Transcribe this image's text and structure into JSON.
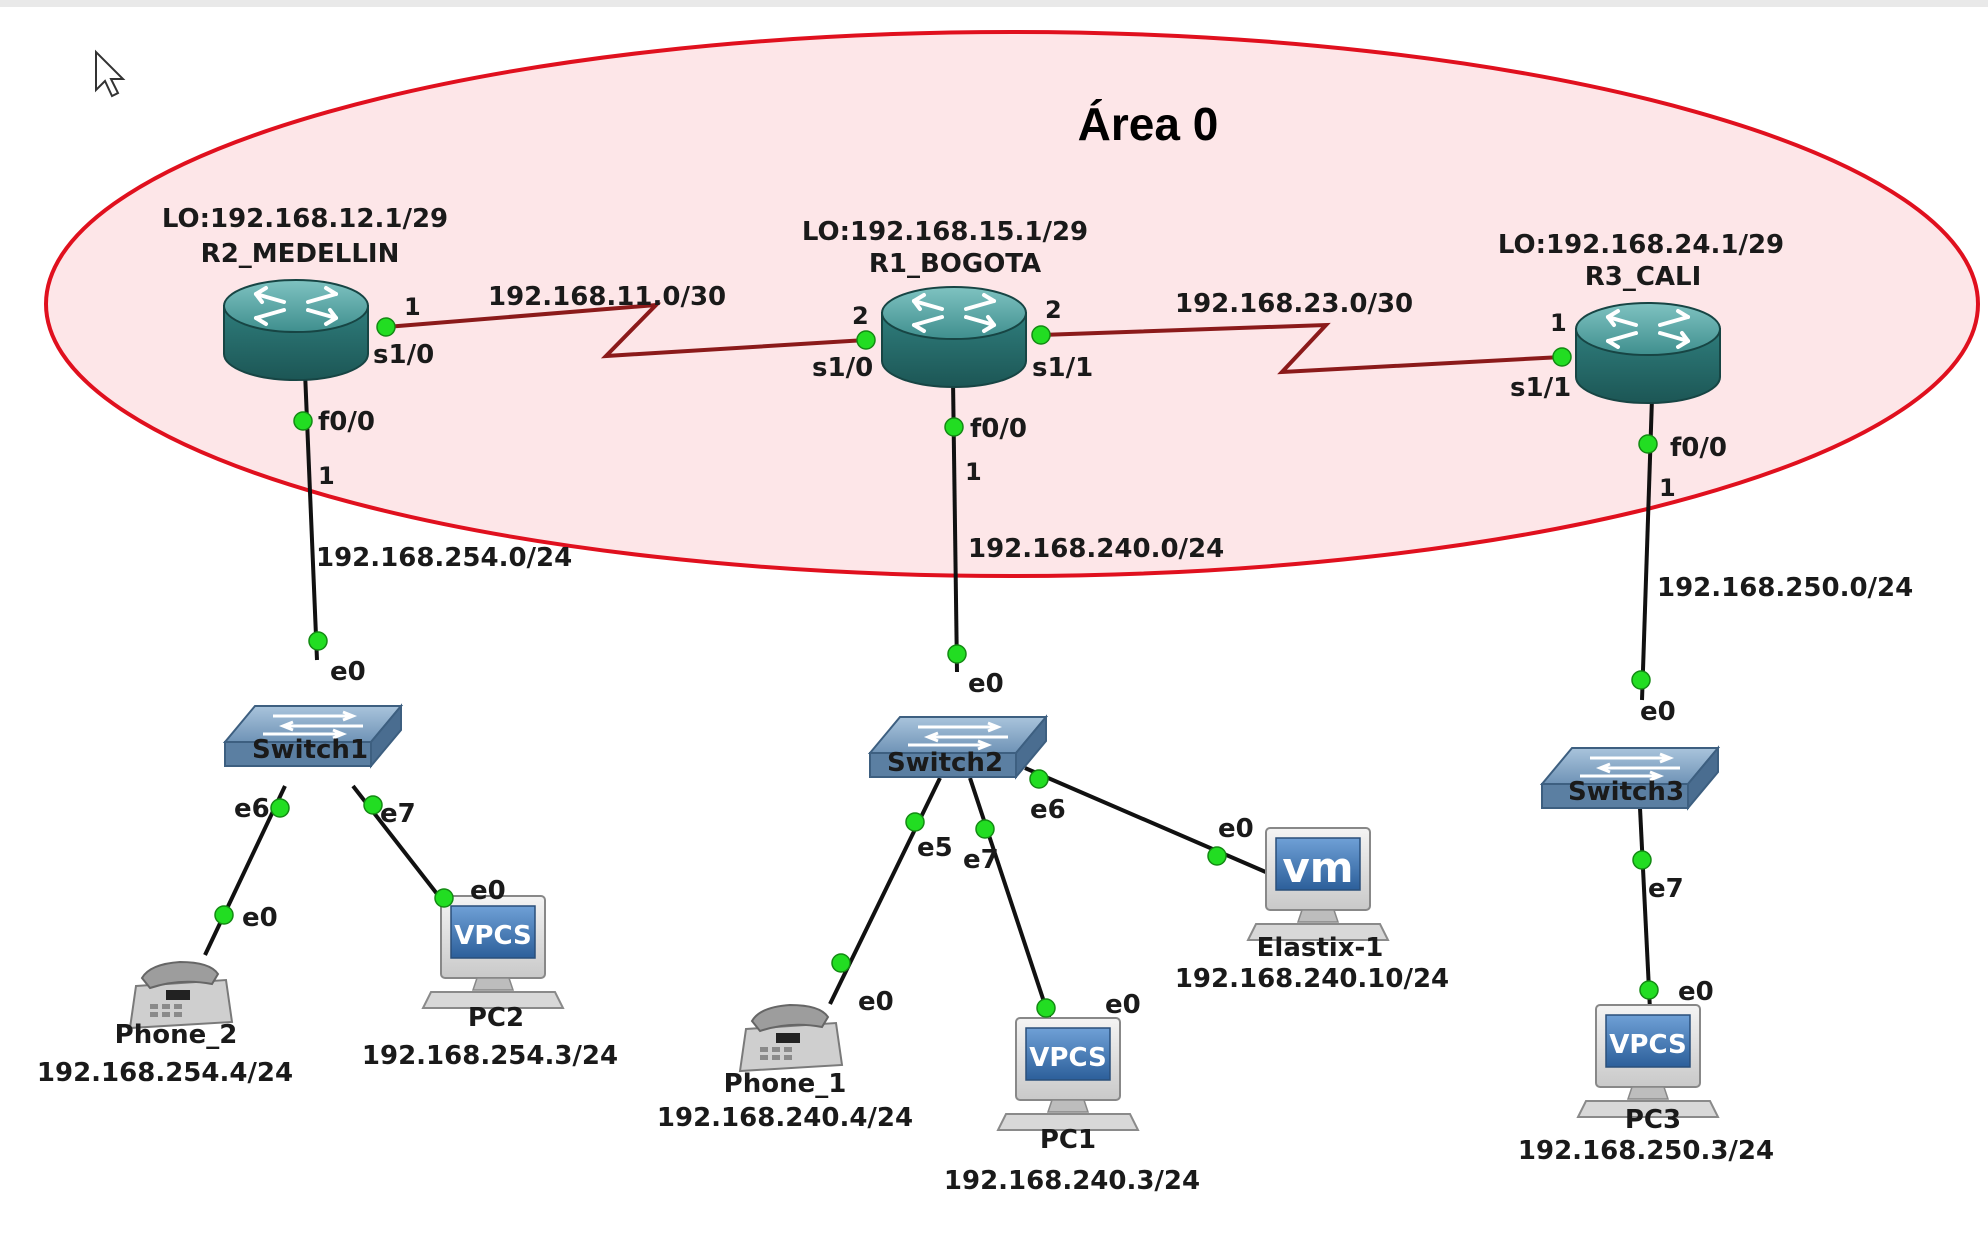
{
  "area": {
    "title": "Área 0"
  },
  "routers": {
    "r2": {
      "name": "R2_MEDELLIN",
      "loopback": "LO:192.168.12.1/29"
    },
    "r1": {
      "name": "R1_BOGOTA",
      "loopback": "LO:192.168.15.1/29"
    },
    "r3": {
      "name": "R3_CALI",
      "loopback": "LO:192.168.24.1/29"
    }
  },
  "switches": {
    "sw1": {
      "name": "Switch1"
    },
    "sw2": {
      "name": "Switch2"
    },
    "sw3": {
      "name": "Switch3"
    }
  },
  "hosts": {
    "phone2": {
      "name": "Phone_2",
      "ip": "192.168.254.4/24"
    },
    "pc2": {
      "name": "PC2",
      "ip": "192.168.254.3/24",
      "badge": "VPCS"
    },
    "phone1": {
      "name": "Phone_1",
      "ip": "192.168.240.4/24"
    },
    "pc1": {
      "name": "PC1",
      "ip": "192.168.240.3/24",
      "badge": "VPCS"
    },
    "elastix": {
      "name": "Elastix-1",
      "ip": "192.168.240.10/24",
      "badge": "vm"
    },
    "pc3": {
      "name": "PC3",
      "ip": "192.168.250.3/24",
      "badge": "VPCS"
    }
  },
  "networks": {
    "r2_r1": "192.168.11.0/30",
    "r1_r3": "192.168.23.0/30",
    "lan_medellin": "192.168.254.0/24",
    "lan_bogota": "192.168.240.0/24",
    "lan_cali": "192.168.250.0/24"
  },
  "ports": {
    "r2_s10": "s1/0",
    "r2_s10_num": "1",
    "r2_f00": "f0/0",
    "r2_f00_num": "1",
    "r1_s10": "s1/0",
    "r1_s10_num": "2",
    "r1_s11": "s1/1",
    "r1_s11_num": "2",
    "r1_f00": "f0/0",
    "r1_f00_num": "1",
    "r3_s11": "s1/1",
    "r3_s11_num": "1",
    "r3_f00": "f0/0",
    "r3_f00_num": "1",
    "sw1_e0": "e0",
    "sw1_e6": "e6",
    "sw1_e7": "e7",
    "phone2_e0": "e0",
    "pc2_e0": "e0",
    "sw2_e0": "e0",
    "sw2_e5": "e5",
    "sw2_e7": "e7",
    "sw2_e6": "e6",
    "phone1_e0": "e0",
    "pc1_e0": "e0",
    "elastix_e0": "e0",
    "sw3_e0": "e0",
    "sw3_e7": "e7",
    "pc3_e0": "e0"
  },
  "colors": {
    "area_fill": "#fde6e8",
    "area_border": "#e0101e",
    "serial_link": "#8b1a1a",
    "ethernet_link": "#111111",
    "port_dot": "#22dd22",
    "router_body": "#3f8f8e",
    "switch_body": "#5f84a8"
  }
}
